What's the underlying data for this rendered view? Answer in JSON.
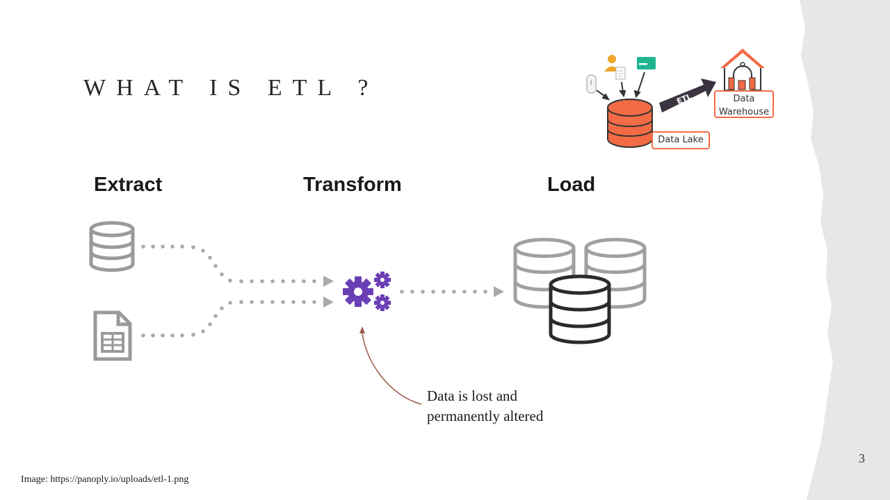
{
  "slide": {
    "title": "WHAT IS ETL ?",
    "page_number": "3",
    "source": "Image: https://panoply.io/uploads/etl-1.png"
  },
  "stages": {
    "extract": "Extract",
    "transform": "Transform",
    "load": "Load"
  },
  "annotation": {
    "line1": "Data is lost and",
    "line2": "permanently altered"
  },
  "inset": {
    "etl_label": "ETL",
    "data_lake_label": "Data Lake",
    "warehouse_line1": "Data",
    "warehouse_line2": "Warehouse"
  },
  "colors": {
    "gray_icon": "#9a9a9a",
    "dots": "#aaaaaa",
    "gear": "#6a3fb5",
    "load_dark": "#2b2b2b",
    "accent_orange": "#f26b45",
    "arrow_dark": "#3a3440",
    "annotation_arrow": "#9c5a4a",
    "torn_paper": "#e8e7e5"
  }
}
